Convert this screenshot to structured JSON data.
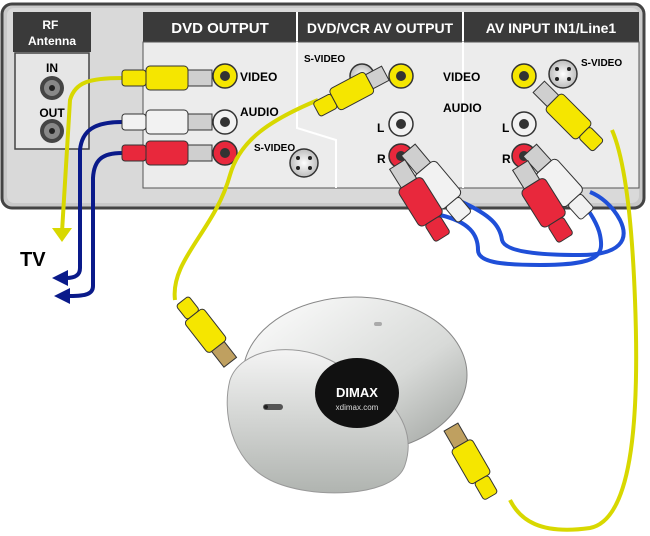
{
  "panel": {
    "rf_antenna": "RF\nAntenna",
    "rf_in": "IN",
    "rf_out": "OUT",
    "dvd_output": {
      "header": "DVD OUTPUT",
      "video": "VIDEO",
      "audio": "AUDIO",
      "svideo": "S-VIDEO"
    },
    "dvdvcr_av_output": {
      "header": "DVD/VCR AV OUTPUT",
      "svideo": "S-VIDEO",
      "video": "VIDEO",
      "audio": "AUDIO",
      "left": "L",
      "right": "R"
    },
    "av_input": {
      "header": "AV INPUT IN1/Line1",
      "svideo": "S-VIDEO",
      "left": "L",
      "right": "R"
    }
  },
  "tv_label": "TV",
  "device": {
    "brand": "DIMAX",
    "url": "xdimax.com"
  },
  "colors": {
    "panel_bg": "#d9d9d9",
    "header_bg": "#3a3a3a",
    "video_cable": "#d8d800",
    "audio_cable": "#0a1a8a",
    "loop_cable": "#1f4fd8",
    "plug_yellow": "#f5e600",
    "plug_red": "#e8283c",
    "plug_white": "#f2f2f2"
  }
}
